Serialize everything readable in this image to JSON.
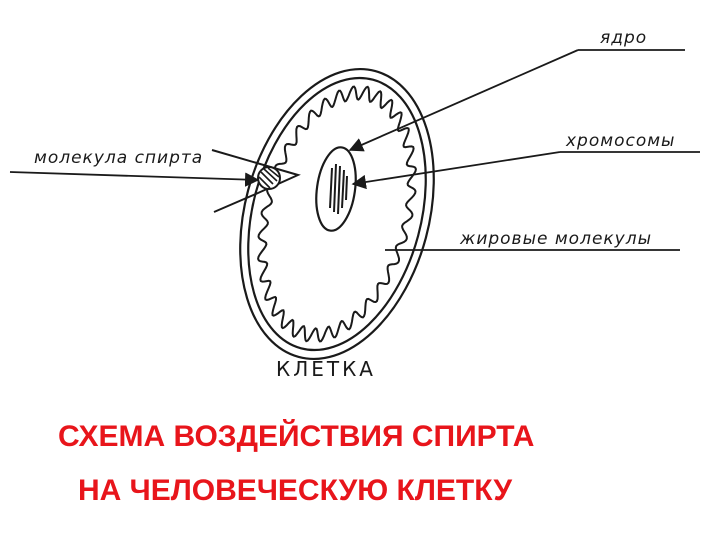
{
  "diagram": {
    "labels": {
      "nucleus": "ядро",
      "chromosomes": "хромосомы",
      "fat_molecules": "жировые молекулы",
      "alcohol_molecule": "молекула спирта",
      "cell": "КЛЕТКА"
    }
  },
  "caption": {
    "line1": "СХЕМА ВОЗДЕЙСТВИЯ СПИРТА",
    "line2": "НА ЧЕЛОВЕЧЕСКУЮ КЛЕТКУ"
  },
  "colors": {
    "ink": "#1a1a1a",
    "caption": "#e8151b"
  }
}
